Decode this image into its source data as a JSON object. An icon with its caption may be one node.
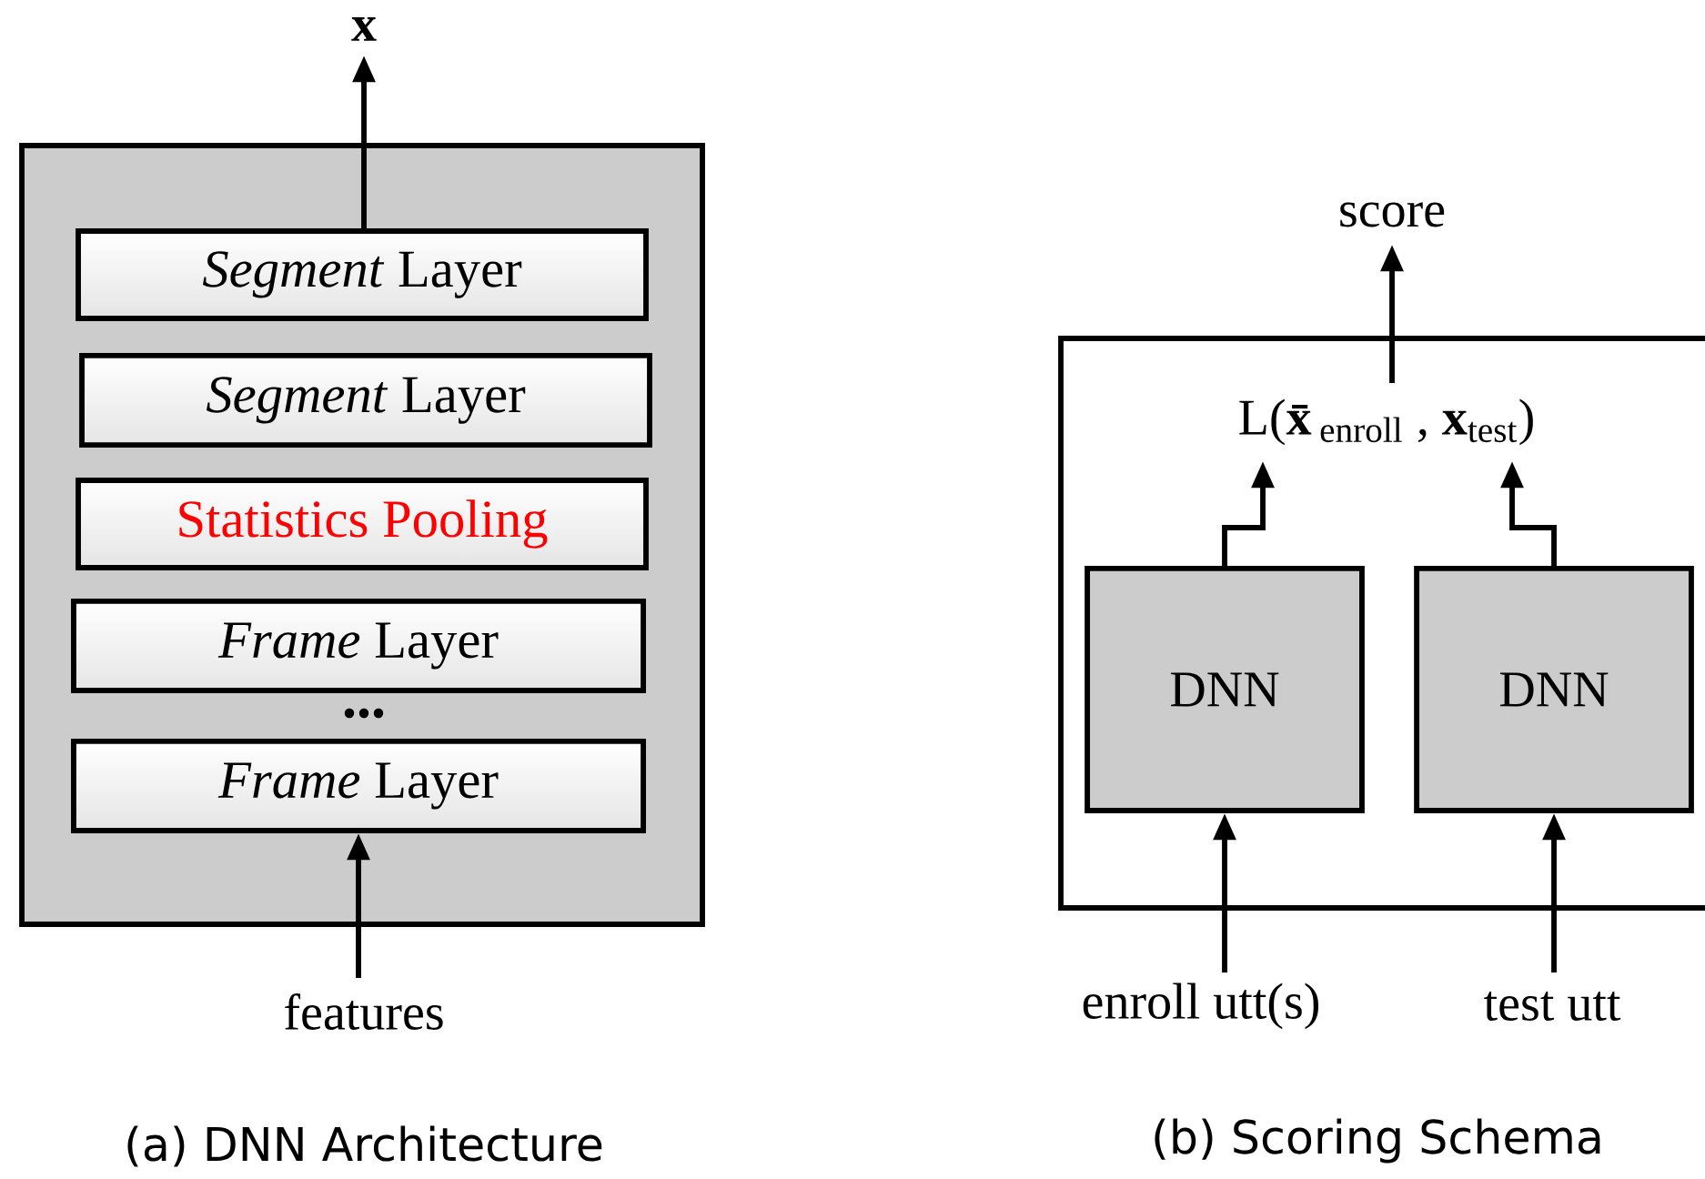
{
  "diagram": {
    "nodes": [
      {
        "text": [],
        "shape": "box"
      },
      {
        "text": [
          "*Segment* Layer"
        ],
        "in": 0
      },
      {
        "text": [
          "*Segment* Layer"
        ],
        "in": 0
      },
      {
        "text": [
          "Statistics Pooling"
        ],
        "in": 0
      },
      {
        "text": [
          "*Frame* Layer"
        ],
        "in": 0
      },
      {
        "text": [
          "*Frame* Layer"
        ],
        "in": 0
      },
      {
        "text": [
          "**x**"
        ]
      },
      {
        "text": [
          "features"
        ]
      },
      {
        "text": [],
        "shape": "box"
      },
      {
        "text": [
          "L(**x̄**$_{enroll}$ , **x**$_{test}$)"
        ],
        "in": 8
      },
      {
        "text": [
          "DNN"
        ],
        "in": 8
      },
      {
        "text": [
          "DNN"
        ],
        "in": 8
      },
      {
        "text": [
          "score"
        ]
      },
      {
        "text": [
          "enroll utt(s)"
        ]
      },
      {
        "text": [
          "test utt"
        ]
      }
    ],
    "edges": [
      {
        "from": 1,
        "to": 6,
        "arrow": "to"
      },
      {
        "from": 7,
        "to": 5,
        "arrow": "to"
      },
      {
        "from": 10,
        "to": 9,
        "arrow": "to"
      },
      {
        "from": 11,
        "to": 9,
        "arrow": "to"
      },
      {
        "from": 9,
        "to": 12,
        "arrow": "to"
      },
      {
        "from": 13,
        "to": 10,
        "arrow": "to"
      },
      {
        "from": 14,
        "to": 11,
        "arrow": "to"
      }
    ],
    "labels": [
      "...",
      "(a) DNN Architecture",
      "(b) Scoring Schema"
    ]
  }
}
